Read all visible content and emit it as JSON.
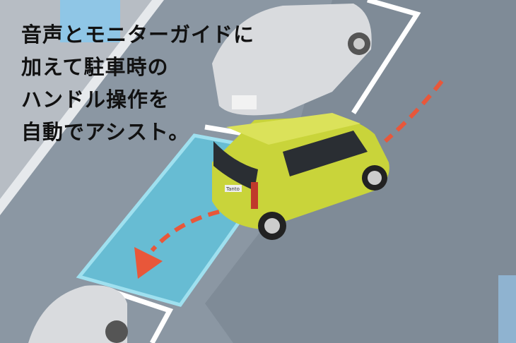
{
  "headline": {
    "lines": [
      "音声とモニターガイドに",
      "加えて駐車時の",
      "ハンドル操作を",
      "自動でアシスト。"
    ]
  },
  "colors": {
    "background": "#b7bdc4",
    "road": "#8b97a3",
    "parking_area": "#7f8b97",
    "target_slot": "#63c0d8",
    "car": "#c9d43a",
    "arrow": "#e8573a"
  },
  "car": {
    "badge": "Tanto"
  }
}
